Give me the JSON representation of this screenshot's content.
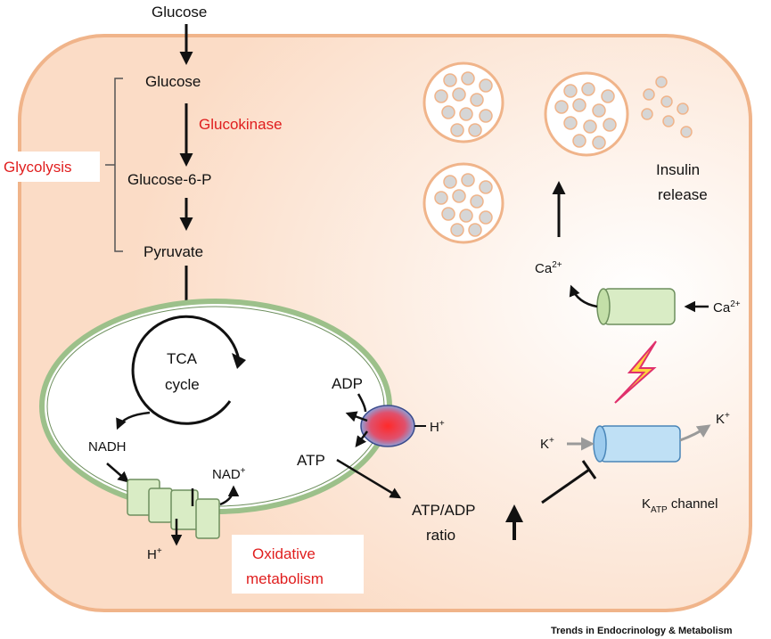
{
  "labels": {
    "glucose_outside": "Glucose",
    "glucose_inside": "Glucose",
    "glucokinase": "Glucokinase",
    "glucose6p": "Glucose-6-P",
    "pyruvate": "Pyruvate",
    "glycolysis": "Glycolysis",
    "tca_line1": "TCA",
    "tca_line2": "cycle",
    "nadh": "NADH",
    "nad": "NAD",
    "nad_sup": "+",
    "h_left": "H",
    "h_left_sup": "+",
    "adp": "ADP",
    "h_right": "H",
    "h_right_sup": "+",
    "atp": "ATP",
    "atp_adp_line1": "ATP/ADP",
    "atp_adp_line2": "ratio",
    "oxidative_line1": "Oxidative",
    "oxidative_line2": "metabolism",
    "k_in": "K",
    "k_in_sup": "+",
    "k_out": "K",
    "k_out_sup": "+",
    "katp_k": "K",
    "katp_sub": "ATP",
    "katp_rest": " channel",
    "ca_in": "Ca",
    "ca_in_sup": "2+",
    "ca_out": "Ca",
    "ca_out_sup": "2+",
    "insulin_line1": "Insulin",
    "insulin_line2": "release",
    "credit": "Trends in Endocrinology & Metabolism"
  },
  "colors": {
    "cell_fill": "#fbe3d2",
    "cell_border": "#f0b48a",
    "mito_border": "#9cc08a",
    "channel_green": "#d9ecc5",
    "channel_blue": "#bfe0f5",
    "label_red": "#e01e1e"
  }
}
